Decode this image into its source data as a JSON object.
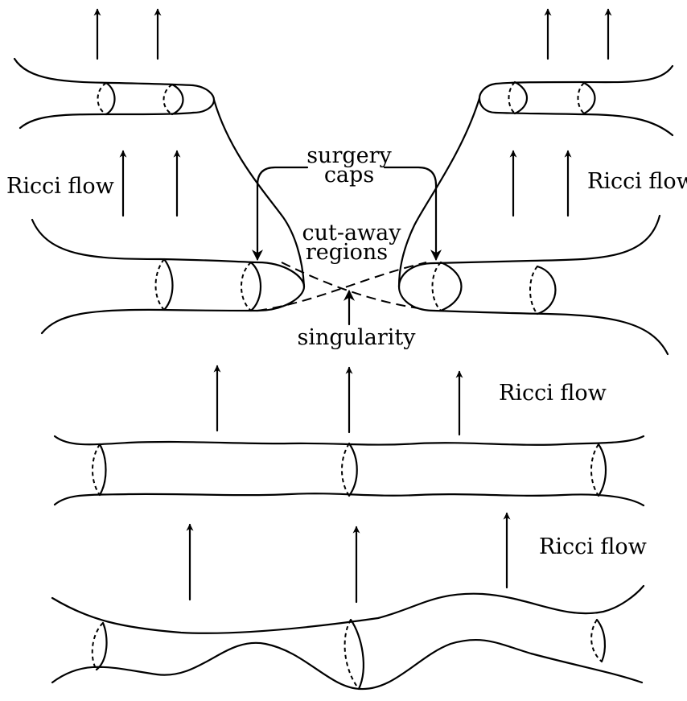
{
  "labels": {
    "ricci_flow_left_top": "Ricci flow",
    "ricci_flow_right_top": "Ricci flow",
    "ricci_flow_middle": "Ricci flow",
    "ricci_flow_bottom": "Ricci flow",
    "surgery_caps_line1": "surgery",
    "surgery_caps_line2": "caps",
    "cut_away_line1": "cut-away",
    "cut_away_line2": "regions",
    "singularity": "singularity"
  },
  "colors": {
    "ink": "#000000",
    "background": "#ffffff"
  }
}
